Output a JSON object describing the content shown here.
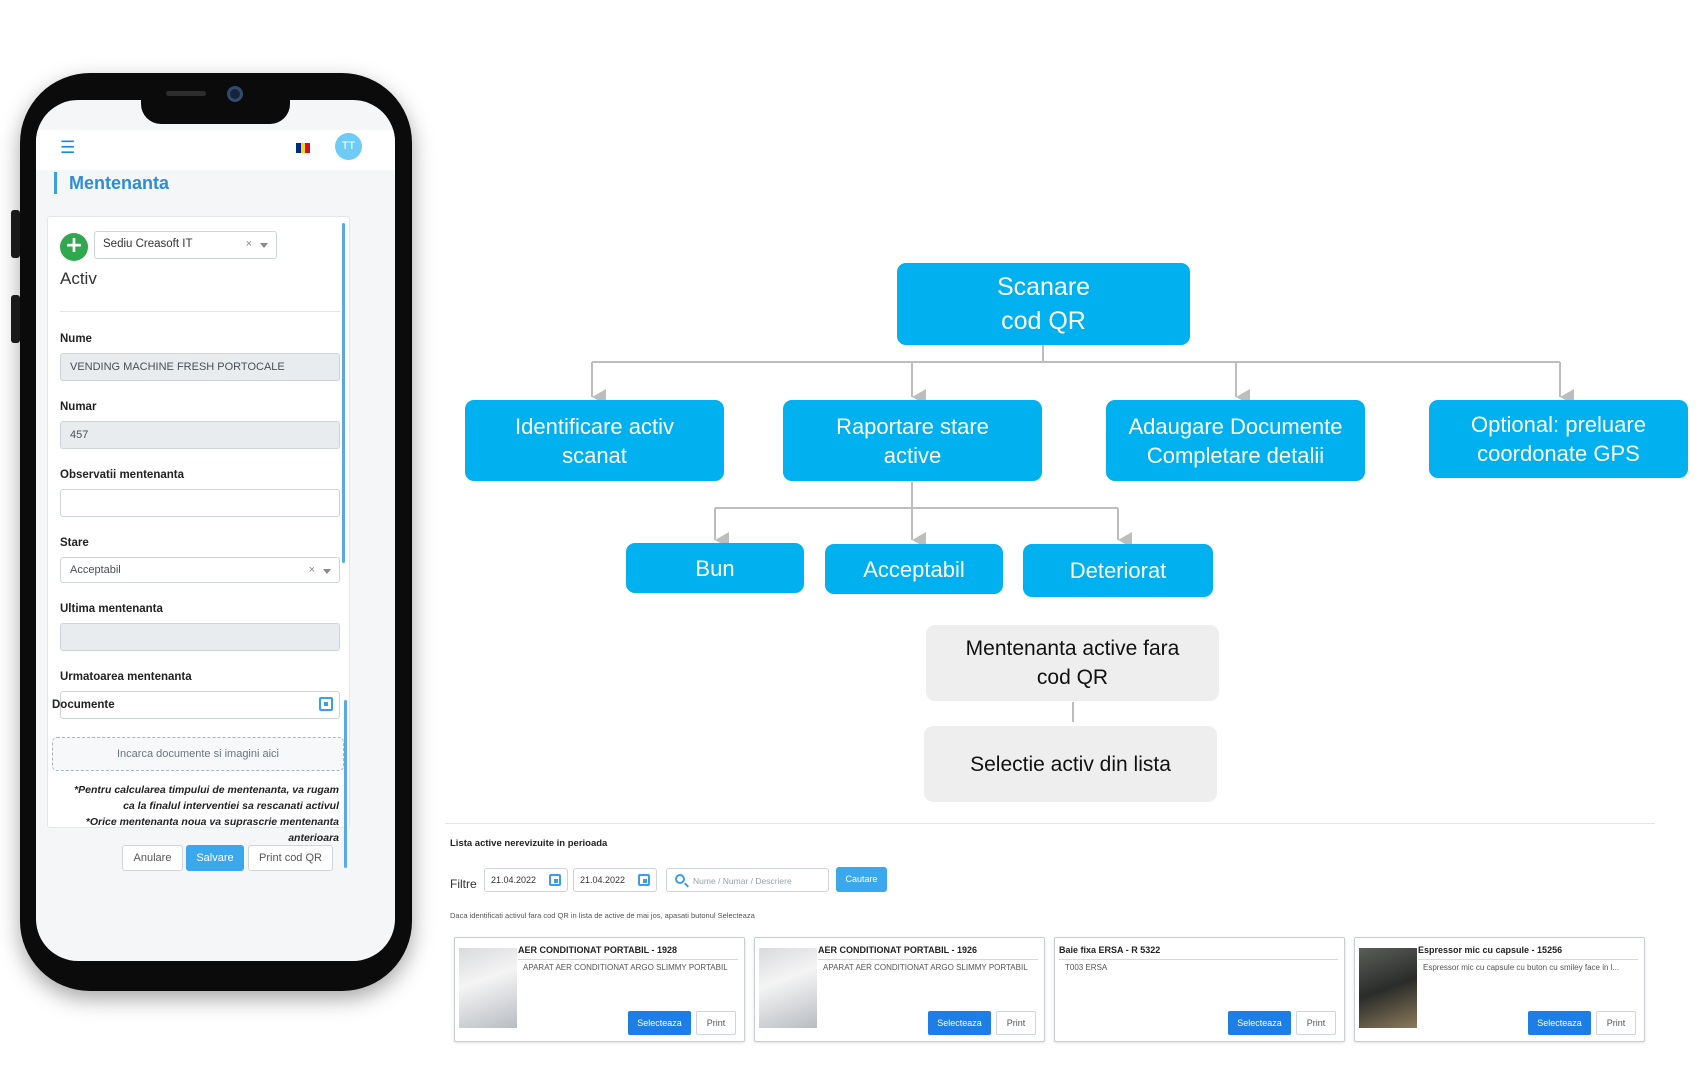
{
  "colors": {
    "flow_accent": "#00b0ef",
    "flow_gray": "#eeeeee",
    "primary_button": "#3ba8ee",
    "select_button": "#1d7ee8",
    "add_button": "#2fa84f",
    "title_blue": "#2f8dd6"
  },
  "phone": {
    "menu_icon": "hamburger-icon",
    "user_initials": "TT",
    "flag_colors": [
      "#002b7f",
      "#fcd116",
      "#ce1126"
    ],
    "page_title": "Mentenanta",
    "location_select": "Sediu Creasoft IT",
    "section_title": "Activ",
    "fields": {
      "nume_label": "Nume",
      "nume_value": "VENDING MACHINE  FRESH PORTOCALE",
      "numar_label": "Numar",
      "numar_value": "457",
      "observatii_label": "Observatii mentenanta",
      "observatii_value": "",
      "stare_label": "Stare",
      "stare_value": "Acceptabil",
      "ultima_label": "Ultima mentenanta",
      "ultima_value": "",
      "urmatoarea_label": "Urmatoarea mentenanta",
      "urmatoarea_value": ""
    },
    "documents_label": "Documente",
    "upload_text": "Incarca documente si imagini aici",
    "notes": [
      "*Pentru calcularea timpului de mentenanta, va rugam",
      "ca la finalul interventiei sa rescanati activul",
      "*Orice mentenanta noua va suprascrie mentenanta",
      "anterioara"
    ],
    "buttons": {
      "cancel": "Anulare",
      "save": "Salvare",
      "print_qr": "Print cod QR"
    }
  },
  "flowchart": {
    "root": [
      "Scanare",
      "cod QR"
    ],
    "level1": [
      [
        "Identificare activ",
        "scanat"
      ],
      [
        "Raportare stare",
        "active"
      ],
      [
        "Adaugare Documente",
        "Completare detalii"
      ],
      [
        "Optional: preluare",
        "coordonate GPS"
      ]
    ],
    "states": [
      "Bun",
      "Acceptabil",
      "Deteriorat"
    ],
    "no_qr": [
      "Mentenanta active fara",
      "cod QR"
    ],
    "select_from_list": "Selectie activ din lista"
  },
  "list_panel": {
    "title": "Lista active nerevizuite in perioada",
    "filter_label": "Filtre",
    "date_from": "21.04.2022",
    "date_to": "21.04.2022",
    "search_placeholder": "Nume / Numar / Descriere",
    "search_button": "Cautare",
    "hint": "Daca identificati activul fara cod QR in lista de active de mai jos, apasati butonul Selecteaza",
    "select_label": "Selecteaza",
    "print_label": "Print",
    "cards": [
      {
        "title": "AER CONDITIONAT PORTABIL - 1928",
        "description": "APARAT AER CONDITIONAT ARGO SLIMMY PORTABIL",
        "has_image": true
      },
      {
        "title": "AER CONDITIONAT PORTABIL - 1926",
        "description": "APARAT AER CONDITIONAT ARGO SLIMMY PORTABIL",
        "has_image": true
      },
      {
        "title": "Baie fixa ERSA - R 5322",
        "description": "T003 ERSA",
        "has_image": false
      },
      {
        "title": "Espressor mic cu capsule - 15256",
        "description": "Espressor mic cu capsule cu buton cu smiley face in l...",
        "has_image": true
      }
    ]
  }
}
